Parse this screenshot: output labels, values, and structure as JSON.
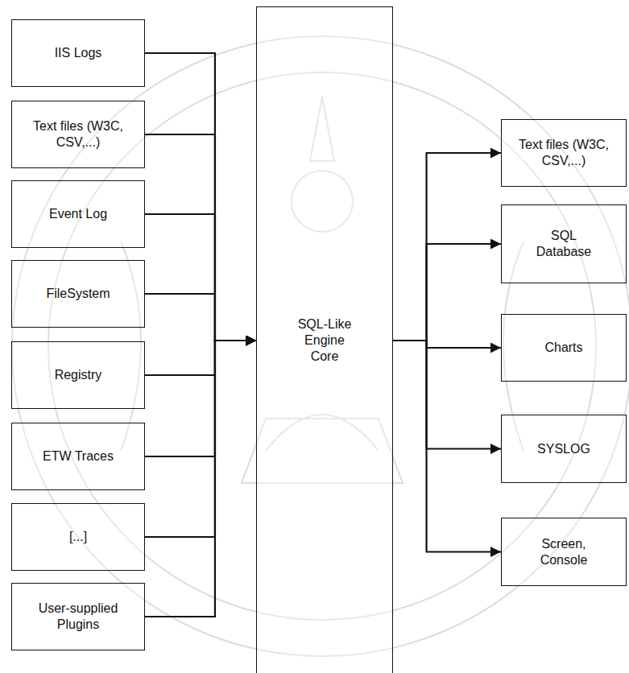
{
  "diagram": {
    "nodes": [
      {
        "text": [
          "IIS Logs"
        ]
      },
      {
        "text": [
          "Text files (W3C, CSV,...)"
        ]
      },
      {
        "text": [
          "Event Log"
        ]
      },
      {
        "text": [
          "FileSystem"
        ]
      },
      {
        "text": [
          "Registry"
        ]
      },
      {
        "text": [
          "ETW Traces"
        ]
      },
      {
        "text": [
          "[...]"
        ]
      },
      {
        "text": [
          "User-supplied Plugins"
        ]
      },
      {
        "text": [
          "SQL-Like Engine Core"
        ]
      },
      {
        "text": [
          "Text files (W3C, CSV,...)"
        ]
      },
      {
        "text": [
          "SQL Database"
        ]
      },
      {
        "text": [
          "Charts"
        ]
      },
      {
        "text": [
          "SYSLOG"
        ]
      },
      {
        "text": [
          "Screen, Console"
        ]
      }
    ],
    "edges": [
      {
        "from": 0,
        "to": 8,
        "arrow": "to"
      },
      {
        "from": 1,
        "to": 8,
        "arrow": "to"
      },
      {
        "from": 2,
        "to": 8,
        "arrow": "to"
      },
      {
        "from": 3,
        "to": 8,
        "arrow": "to"
      },
      {
        "from": 4,
        "to": 8,
        "arrow": "to"
      },
      {
        "from": 5,
        "to": 8,
        "arrow": "to"
      },
      {
        "from": 6,
        "to": 8,
        "arrow": "to"
      },
      {
        "from": 7,
        "to": 8,
        "arrow": "to"
      },
      {
        "from": 8,
        "to": 9,
        "arrow": "to"
      },
      {
        "from": 8,
        "to": 10,
        "arrow": "to"
      },
      {
        "from": 8,
        "to": 11,
        "arrow": "to"
      },
      {
        "from": 8,
        "to": 12,
        "arrow": "to"
      },
      {
        "from": 8,
        "to": 13,
        "arrow": "to"
      }
    ]
  }
}
